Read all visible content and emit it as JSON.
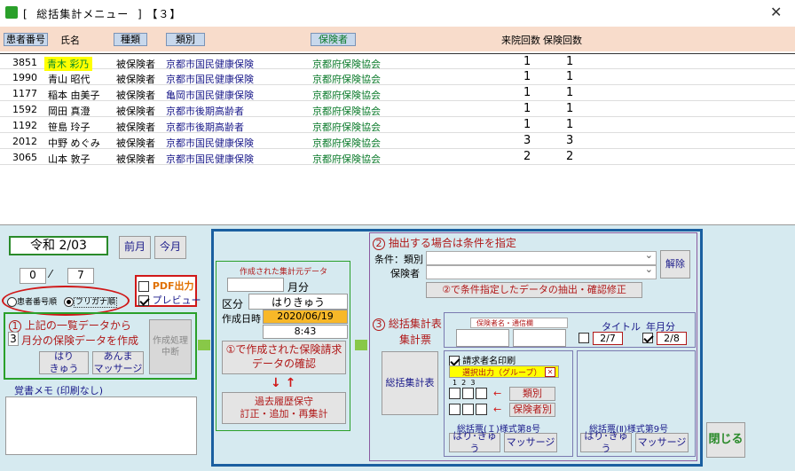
{
  "window": {
    "title": "[  総括集計メニュー  ] 【３】"
  },
  "header": {
    "id": "患者番号",
    "name": "氏名",
    "kind": "種類",
    "category": "類別",
    "insurer": "保険者",
    "visits": "来院回数",
    "ins_count": "保険回数"
  },
  "rows": [
    {
      "id": "3851",
      "name": "青木 彩乃",
      "kind": "被保険者",
      "category": "京都市国民健康保険",
      "insurer": "京都府保険協会",
      "v1": "1",
      "v2": "1"
    },
    {
      "id": "1990",
      "name": "青山 昭代",
      "kind": "被保険者",
      "category": "京都市国民健康保険",
      "insurer": "京都府保険協会",
      "v1": "1",
      "v2": "1"
    },
    {
      "id": "1177",
      "name": "稲本 由美子",
      "kind": "被保険者",
      "category": "亀岡市国民健康保険",
      "insurer": "京都府保険協会",
      "v1": "1",
      "v2": "1"
    },
    {
      "id": "1592",
      "name": "岡田 真澄",
      "kind": "被保険者",
      "category": "京都市後期高齢者",
      "insurer": "京都府保険協会",
      "v1": "1",
      "v2": "1"
    },
    {
      "id": "1192",
      "name": "笹島 玲子",
      "kind": "被保険者",
      "category": "京都市後期高齢者",
      "insurer": "京都府保険協会",
      "v1": "1",
      "v2": "1"
    },
    {
      "id": "2012",
      "name": "中野 めぐみ",
      "kind": "被保険者",
      "category": "京都市国民健康保険",
      "insurer": "京都府保険協会",
      "v1": "3",
      "v2": "3"
    },
    {
      "id": "3065",
      "name": "山本 敦子",
      "kind": "被保険者",
      "category": "京都市国民健康保険",
      "insurer": "京都府保険協会",
      "v1": "2",
      "v2": "2"
    }
  ],
  "left": {
    "era": "令和 2/03",
    "prev_month": "前月",
    "this_month": "今月",
    "range_from": "0",
    "range_to": "7",
    "sort_patient": "患者番号順",
    "sort_kana": "フリガナ順",
    "pdf": "PDF出力",
    "preview": "プレビュー",
    "step1_line1": "上記の一覧データから",
    "months": "3",
    "step1_line2": "月分の保険データを作成",
    "create_btn": "作成処理\n中断",
    "hari_btn": "はり\nきゅう",
    "anma_btn": "あんま\nマッサージ",
    "memo_label": "覚書メモ (印刷なし)"
  },
  "middle": {
    "title": "作成された集計元データ",
    "month_suffix": "月分",
    "kubun_label": "区分",
    "kubun": "はりきゅう",
    "date_label": "作成日時",
    "date": "2020/06/19",
    "time": "8:43",
    "confirm_btn": "①で作成された保険請求\nデータの確認",
    "history_btn": "過去履歴保守\n訂正・追加・再集計"
  },
  "right": {
    "step2": "抽出する場合は条件を指定",
    "cond_label": "条件：類別",
    "insurer_label": "保険者",
    "clear_btn": "解除",
    "extract_btn": "②で条件指定したデータの抽出・確認修正",
    "step3_line1": "総括集計表",
    "step3_line2": "集計票",
    "summary_btn": "総括集計表",
    "insurer_names": "保険者名・通信欄",
    "title_label": "タイトル",
    "ym_label": "年月分",
    "title_val": "2/7",
    "ym_val": "2/8",
    "print_claimant": "請求者名印刷",
    "group_select": "選択出力（グループ）",
    "nums": "1  2  3",
    "cat_btn": "類別",
    "ins_btn": "保険者別",
    "form1": "総括票(Ｉ)様式第8号",
    "form2": "総括票(Ⅱ)様式第9号",
    "hari": "はり･きゅう",
    "massage": "マッサージ",
    "close": "閉じる"
  }
}
